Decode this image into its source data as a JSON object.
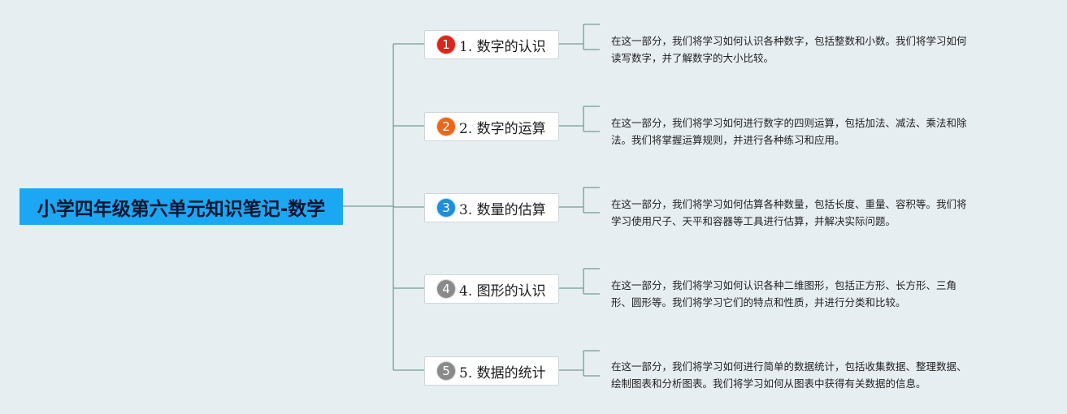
{
  "root": {
    "title": "小学四年级第六单元知识笔记-数学"
  },
  "branches": [
    {
      "number": "1",
      "label": "1. 数字的认识",
      "marker_color": "#d9261c",
      "description": [
        "在这一部分，我们将学习如何认识各种数字，包括整数和小数。我们将学习如何",
        "读写数字，并了解数字的大小比较。"
      ]
    },
    {
      "number": "2",
      "label": "2. 数字的运算",
      "marker_color": "#e8671c",
      "description": [
        "在这一部分，我们将学习如何进行数字的四则运算，包括加法、减法、乘法和除",
        "法。我们将掌握运算规则，并进行各种练习和应用。"
      ]
    },
    {
      "number": "3",
      "label": "3. 数量的估算",
      "marker_color": "#1e8fd9",
      "description": [
        "在这一部分，我们将学习如何估算各种数量，包括长度、重量、容积等。我们将",
        "学习使用尺子、天平和容器等工具进行估算，并解决实际问题。"
      ]
    },
    {
      "number": "4",
      "label": "4. 图形的认识",
      "marker_color": "#8a8a8a",
      "description": [
        "在这一部分，我们将学习如何认识各种二维图形，包括正方形、长方形、三角",
        "形、圆形等。我们将学习它们的特点和性质，并进行分类和比较。"
      ]
    },
    {
      "number": "5",
      "label": "5. 数据的统计",
      "marker_color": "#8a8a8a",
      "description": [
        "在这一部分，我们将学习如何进行简单的数据统计，包括收集数据、整理数据、",
        "绘制图表和分析图表。我们将学习如何从图表中获得有关数据的信息。"
      ]
    }
  ],
  "colors": {
    "background": "#e7eef2",
    "root_fill": "#1ca7f2",
    "connector": "#6f9e95"
  }
}
